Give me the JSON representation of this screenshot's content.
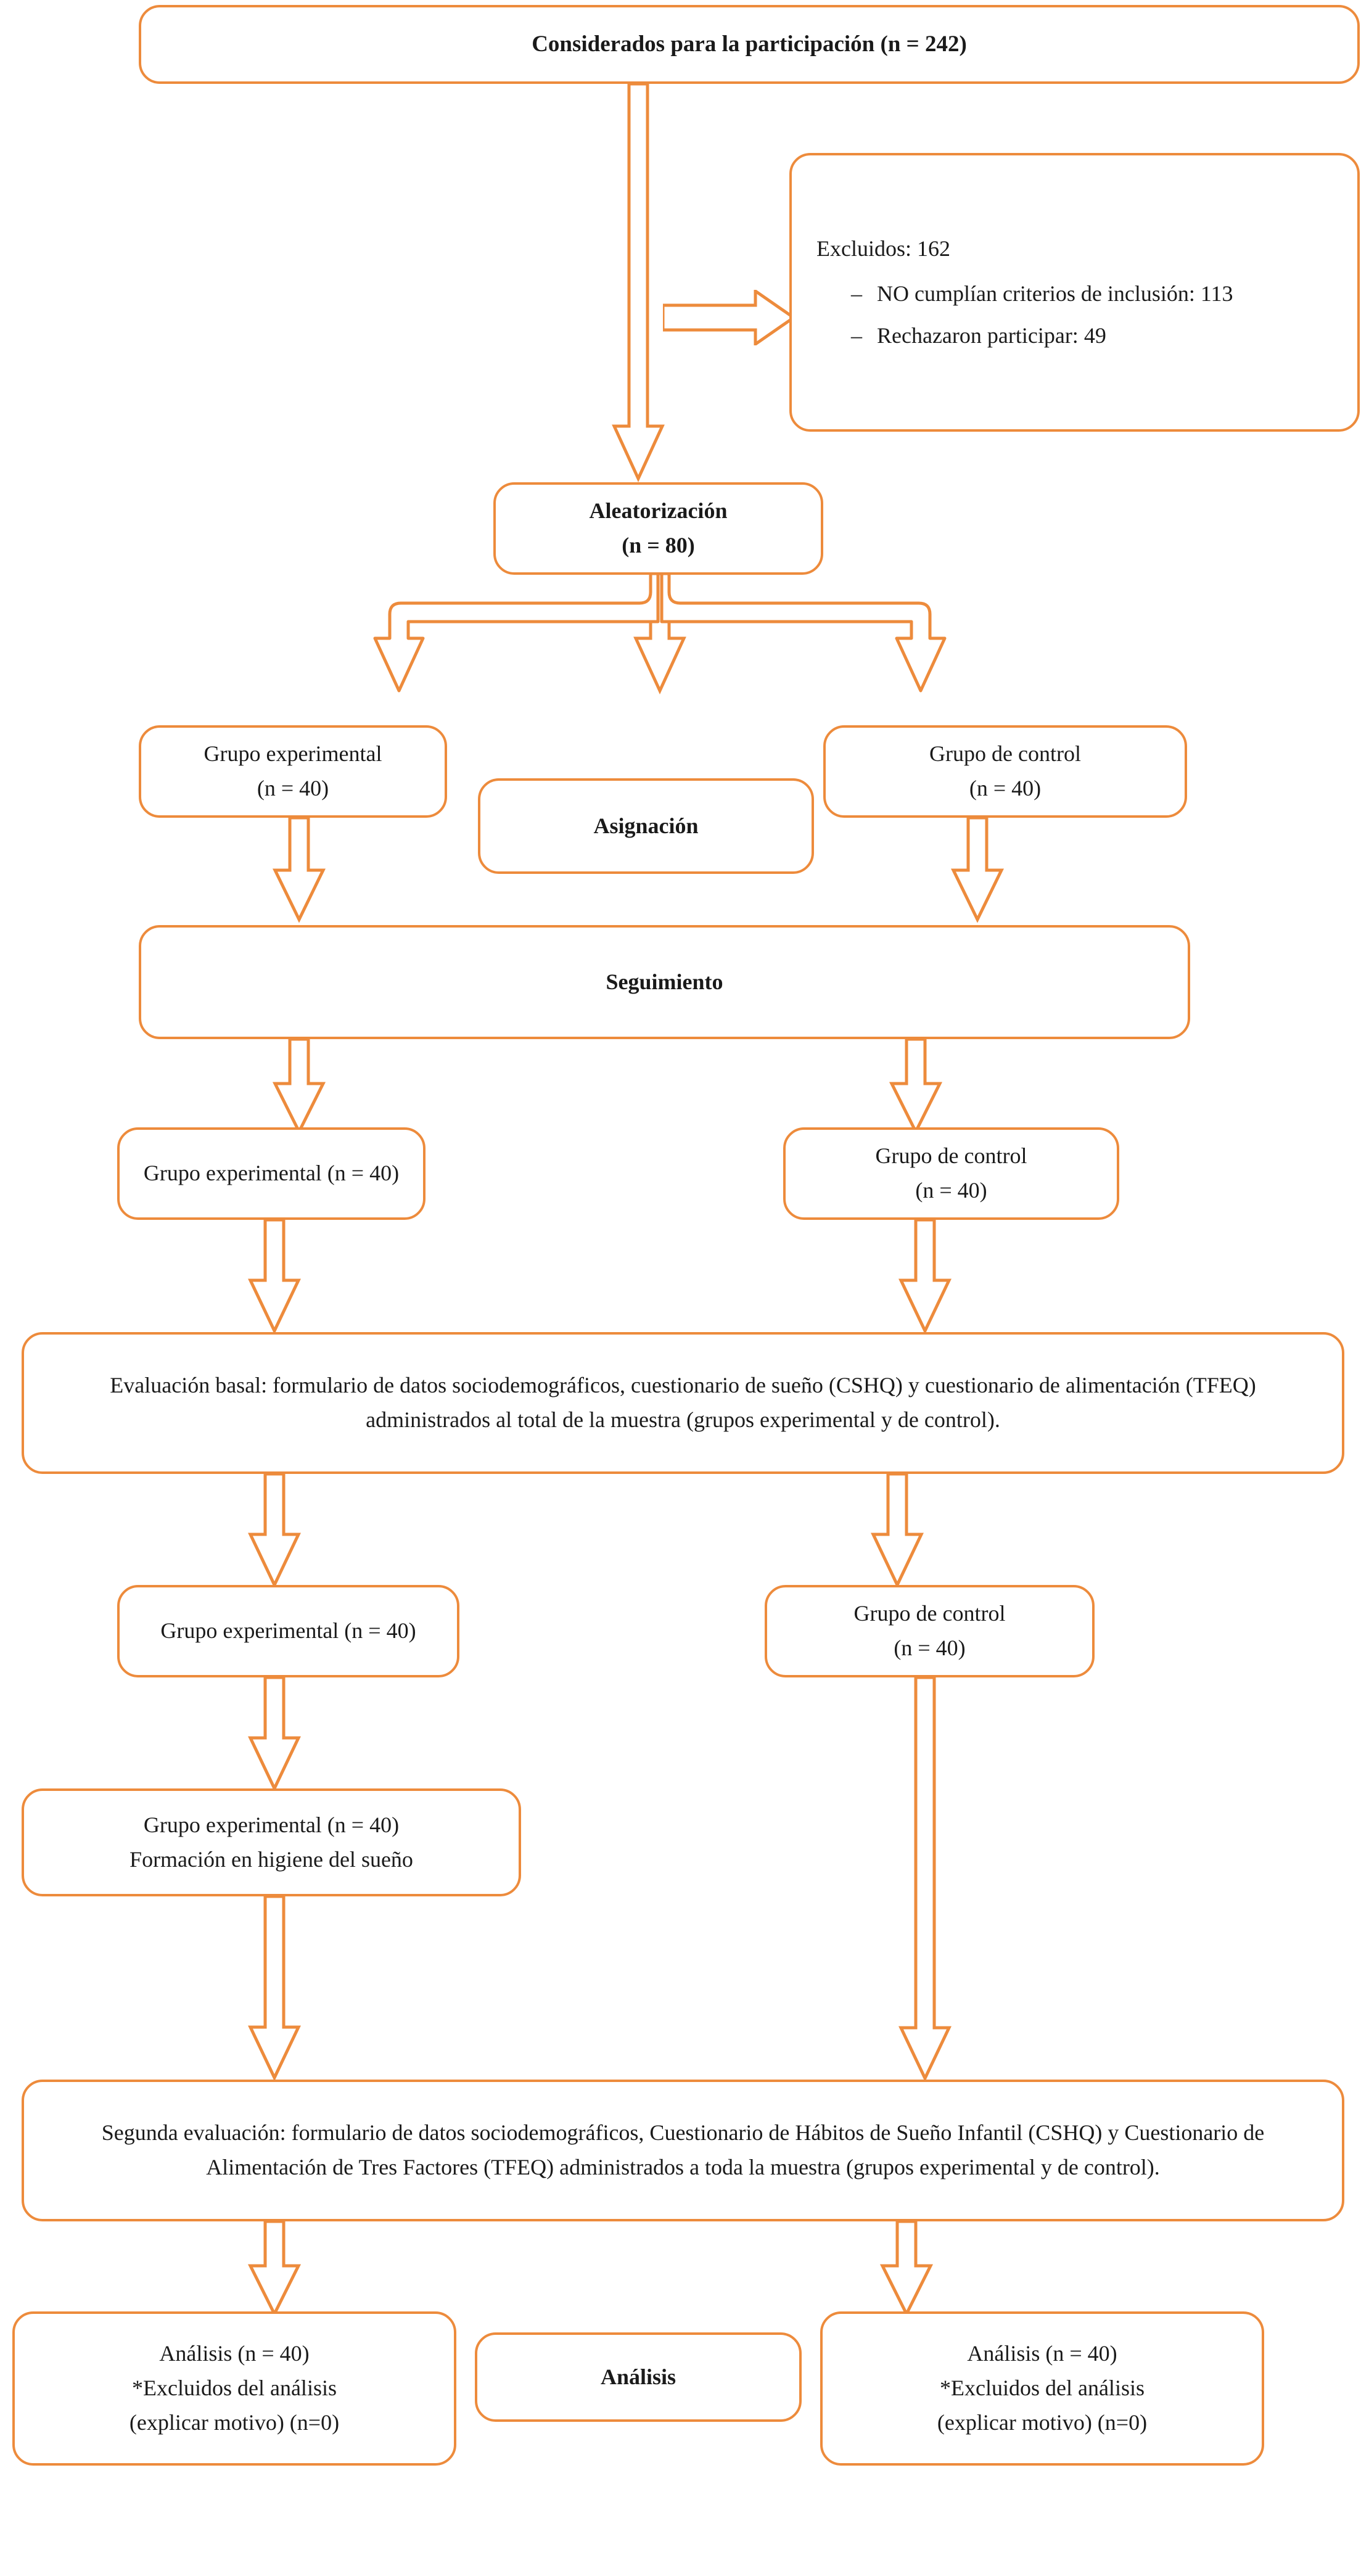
{
  "diagram": {
    "title": "CONSORT flow diagram",
    "accent_color": "#ED8B3C",
    "nodes": {
      "considered": "Considerados para la participación (n = 242)",
      "excluded_title": "Excluidos: 162",
      "excluded_items": [
        "NO cumplían criterios de inclusión: 113",
        "Rechazaron participar: 49"
      ],
      "excluded_dash": "–",
      "randomization": "Aleatorización\n(n = 80)",
      "experimental_1": "Grupo experimental\n(n = 40)",
      "assignment": "Asignación",
      "control_1": "Grupo de control\n(n = 40)",
      "followup": "Seguimiento",
      "experimental_2": "Grupo experimental (n = 40)",
      "control_2": "Grupo de control\n(n = 40)",
      "baseline_eval": "Evaluación basal: formulario de datos sociodemográficos, cuestionario de sueño (CSHQ) y cuestionario de alimentación (TFEQ) administrados al total de la muestra (grupos experimental y de control).",
      "experimental_3": "Grupo experimental (n = 40)",
      "control_3": "Grupo de control\n(n = 40)",
      "sleep_training": "Grupo experimental (n = 40)\nFormación en higiene del sueño",
      "second_eval": "Segunda evaluación: formulario de datos sociodemográficos, Cuestionario de Hábitos de Sueño Infantil (CSHQ) y Cuestionario de Alimentación de Tres Factores (TFEQ) administrados a toda la muestra (grupos experimental y de control).",
      "analysis_left": "Análisis (n = 40)\n*Excluidos del análisis\n(explicar motivo) (n=0)",
      "analysis_label": "Análisis",
      "analysis_right": "Análisis (n = 40)\n*Excluidos del análisis\n(explicar motivo) (n=0)"
    }
  }
}
